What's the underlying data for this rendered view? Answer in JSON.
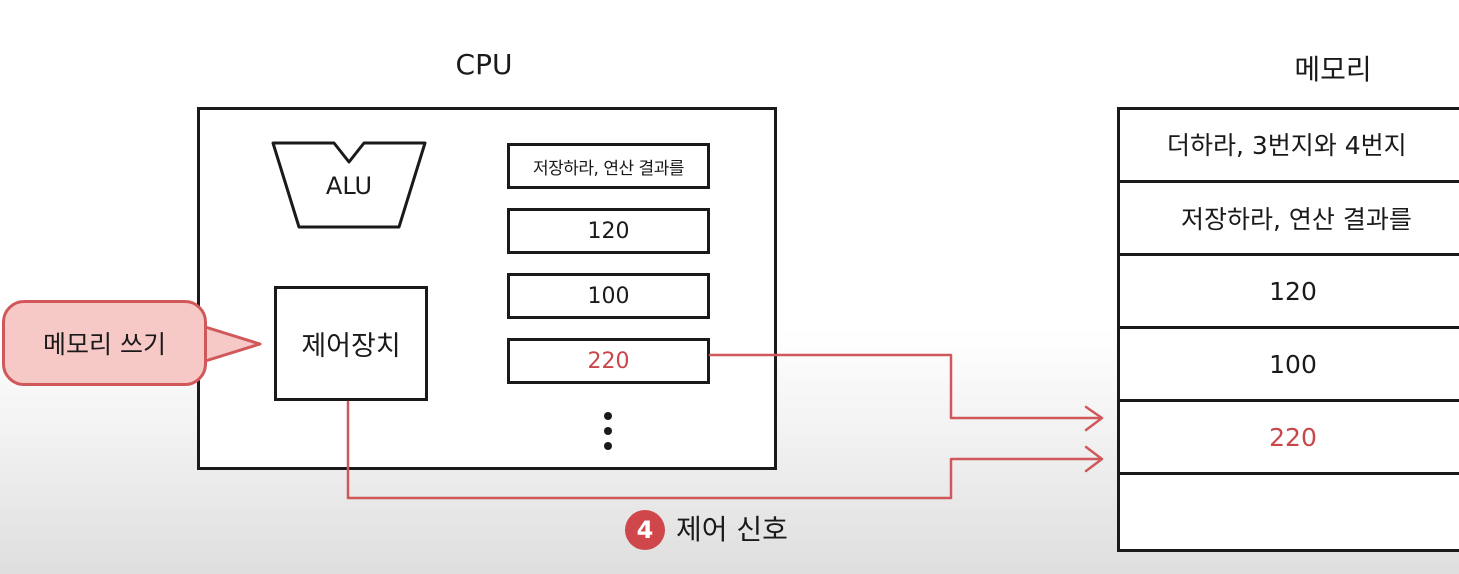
{
  "cpu": {
    "title": "CPU",
    "alu_label": "ALU",
    "control_unit_label": "제어장치",
    "registers": [
      {
        "value": "저장하라, 연산 결과를",
        "highlight": false
      },
      {
        "value": "120",
        "highlight": false
      },
      {
        "value": "100",
        "highlight": false
      },
      {
        "value": "220",
        "highlight": true
      }
    ],
    "more_indicator": "⋮"
  },
  "memory": {
    "title": "메모리",
    "cells": [
      {
        "value": "더하라, 3번지와 4번지",
        "highlight": false
      },
      {
        "value": "저장하라, 연산 결과를",
        "highlight": false
      },
      {
        "value": "120",
        "highlight": false
      },
      {
        "value": "100",
        "highlight": false
      },
      {
        "value": "220",
        "highlight": true
      },
      {
        "value": "",
        "highlight": false
      }
    ]
  },
  "callout": {
    "text": "메모리 쓰기"
  },
  "step": {
    "number": "4",
    "label": "제어 신호"
  },
  "colors": {
    "accent_red": "#c9474a",
    "callout_fill": "#f7c9c6",
    "line": "#1a1a1a"
  }
}
